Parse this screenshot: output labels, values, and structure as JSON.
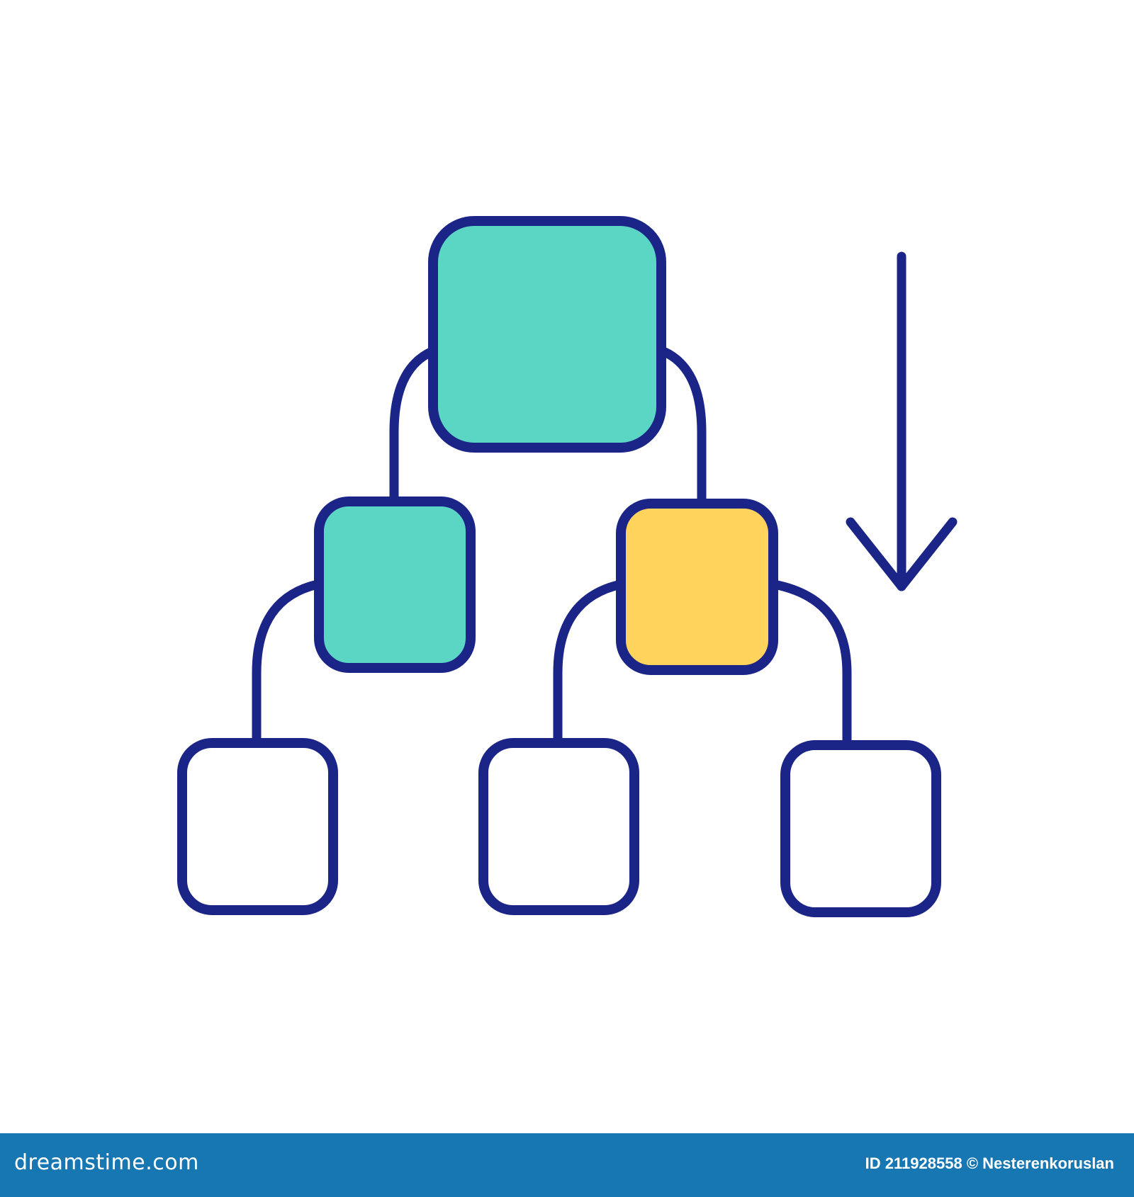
{
  "diagram": {
    "colors": {
      "stroke": "#1b2487",
      "teal": "#5bd6c4",
      "yellow": "#ffd35c",
      "empty": "#ffffff"
    },
    "nodes": [
      {
        "id": "root",
        "fill": "teal"
      },
      {
        "id": "left-child",
        "fill": "teal"
      },
      {
        "id": "right-child",
        "fill": "yellow"
      },
      {
        "id": "leaf-1",
        "fill": "empty"
      },
      {
        "id": "leaf-2",
        "fill": "empty"
      },
      {
        "id": "leaf-3",
        "fill": "empty"
      }
    ],
    "edges": [
      [
        "root",
        "left-child"
      ],
      [
        "root",
        "right-child"
      ],
      [
        "left-child",
        "leaf-1"
      ],
      [
        "right-child",
        "leaf-2"
      ],
      [
        "right-child",
        "leaf-3"
      ]
    ],
    "arrow_direction": "down"
  },
  "footer": {
    "brand": "dreamstime.com",
    "id_label": "ID 211928558",
    "author": "© Nesterenkoruslan",
    "background": "#1677b3"
  }
}
